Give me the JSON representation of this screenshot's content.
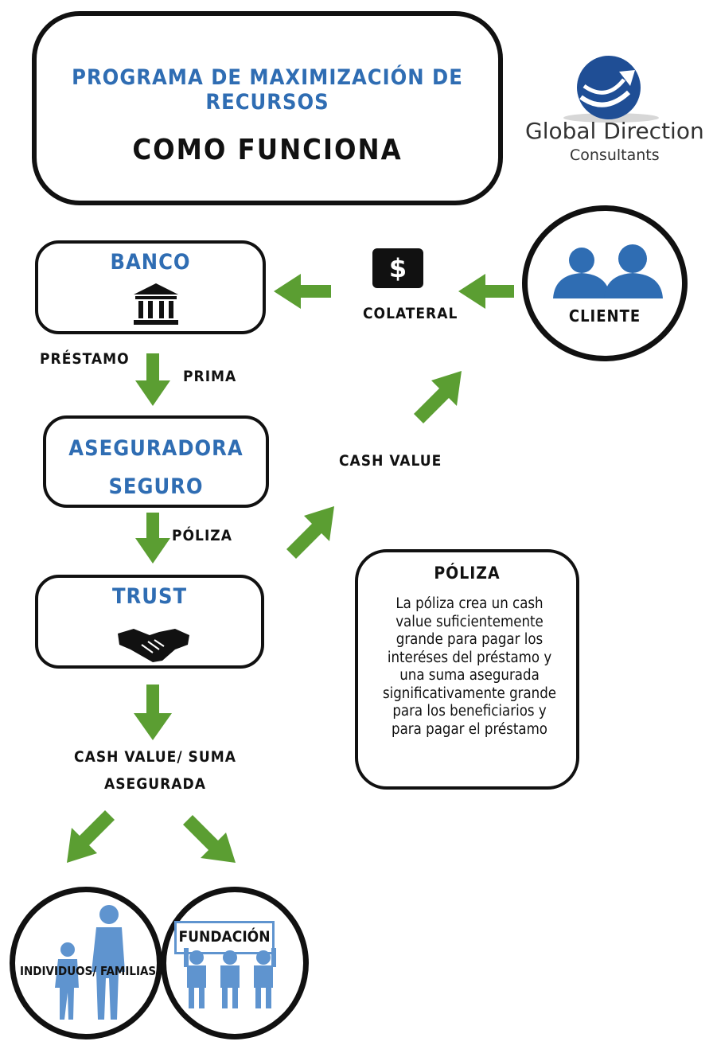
{
  "header": {
    "title": "PROGRAMA DE MAXIMIZACIÓN DE RECURSOS",
    "subtitle": "COMO FUNCIONA"
  },
  "logo": {
    "company": "Global Direction",
    "tagline": "Consultants",
    "icon": "arrow-swoosh-logo"
  },
  "nodes": {
    "banco": "BANCO",
    "aseguradora_line1": "ASEGURADORA",
    "aseguradora_line2": "SEGURO",
    "trust": "TRUST",
    "cliente": "CLIENTE",
    "fundacion": "FUNDACIÓN",
    "individuos": "INDIVIDUOS/ FAMILIAS"
  },
  "labels": {
    "colateral": "COLATERAL",
    "prestamo": "PRÉSTAMO",
    "prima": "PRIMA",
    "poliza": "PÓLIZA",
    "cash_value": "CASH VALUE",
    "cash_value_suma_line1": "CASH VALUE/ SUMA",
    "cash_value_suma_line2": "ASEGURADA"
  },
  "info_box": {
    "title": "PÓLIZA",
    "body": "La póliza crea un cash value suficientemente grande para pagar los interéses del préstamo y una suma asegurada significativamente grande para los beneficiarios y para pagar el préstamo"
  },
  "colors": {
    "accent_blue": "#2f6db3",
    "arrow_green": "#5b9e32",
    "outline": "#111111"
  },
  "icons": [
    "bank-icon",
    "dollar-icon",
    "clients-icon",
    "handshake-icon",
    "family-icon",
    "foundation-icon"
  ]
}
